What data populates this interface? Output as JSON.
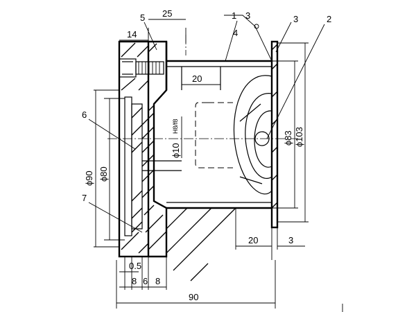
{
  "callouts": {
    "c1": "1",
    "c2": "2",
    "c3": "3",
    "c4": "4",
    "c5": "5",
    "c6": "6",
    "c7": "7"
  },
  "dimensions": {
    "d25": "25",
    "d14": "14",
    "d20_top": "20",
    "d20_bottom": "20",
    "d3": "3",
    "d05": "0.5",
    "d8_left": "8",
    "d6": "6",
    "d8_right": "8",
    "d90_total": "90",
    "phi90": "ϕ90",
    "phi80": "ϕ80",
    "phi10": "ϕ10",
    "fit": "H8/f8",
    "phi83": "ϕ83",
    "phi103": "ϕ103"
  },
  "weld_symbol": "3"
}
